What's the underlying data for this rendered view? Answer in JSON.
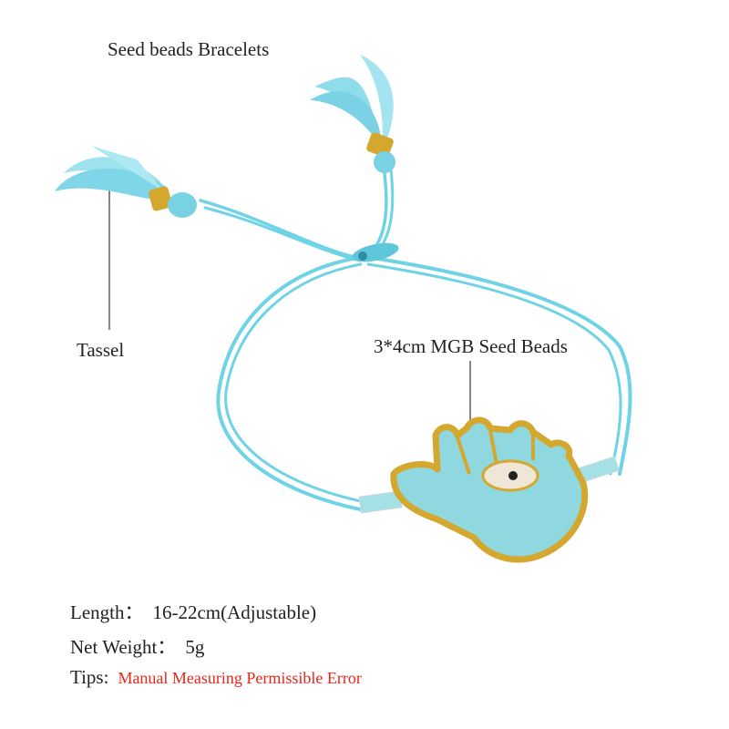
{
  "title": "Seed beads Bracelets",
  "labels": {
    "tassel": "Tassel",
    "beads": "3*4cm MGB Seed Beads"
  },
  "specs": {
    "length_label": "Length：",
    "length_value": "16-22cm(Adjustable)",
    "weight_label": "Net Weight：",
    "weight_value": "5g",
    "tips_label": "Tips:",
    "tips_value": "Manual Measuring Permissible Error"
  },
  "colors": {
    "cord": "#6fd3e6",
    "bead_turquoise": "#8fd8e0",
    "bead_gold": "#d4a82f",
    "tips_text": "#e8261c"
  }
}
